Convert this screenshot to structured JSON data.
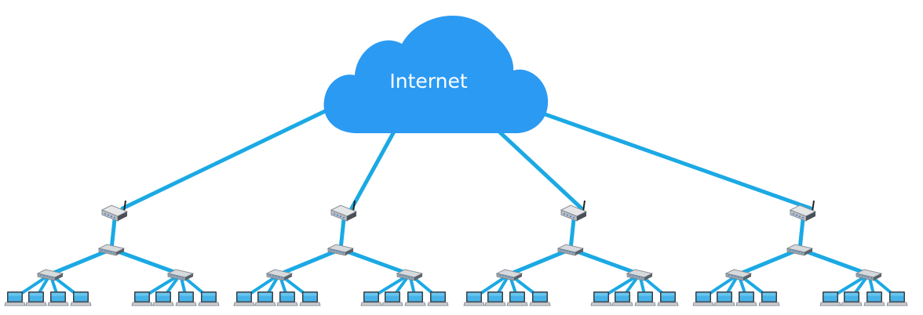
{
  "diagram": {
    "title": "",
    "cloud": {
      "label": "Internet",
      "color": "#2b9af3"
    },
    "link_color": "#1ba9e4",
    "branches": [
      {
        "name": "branch-1",
        "router": "wireless-router-icon",
        "switch": "switch-icon",
        "subswitches": 2,
        "laptops_per_subswitch": 4
      },
      {
        "name": "branch-2",
        "router": "wireless-router-icon",
        "switch": "switch-icon",
        "subswitches": 2,
        "laptops_per_subswitch": 4
      },
      {
        "name": "branch-3",
        "router": "wireless-router-icon",
        "switch": "switch-icon",
        "subswitches": 2,
        "laptops_per_subswitch": 4
      },
      {
        "name": "branch-4",
        "router": "wireless-router-icon",
        "switch": "switch-icon",
        "subswitches": 2,
        "laptops_per_subswitch": 4
      }
    ],
    "icons": {
      "endpoint": "laptop-icon"
    }
  }
}
